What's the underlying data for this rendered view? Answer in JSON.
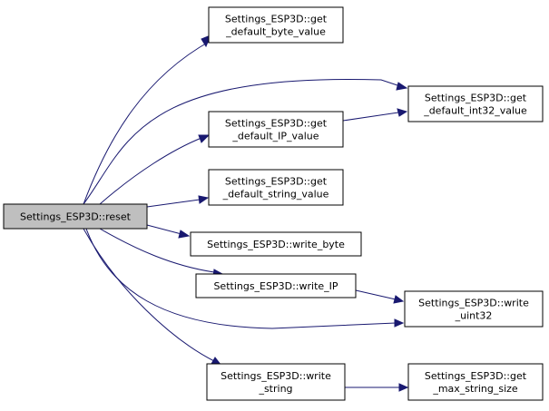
{
  "graph": {
    "colors": {
      "root_fill": "#bfbfbf",
      "node_fill": "#ffffff",
      "node_border": "#000000",
      "edge": "#191970"
    },
    "nodes": [
      {
        "id": "reset",
        "lines": [
          "Settings_ESP3D::reset"
        ],
        "highlight": true
      },
      {
        "id": "get_default_byte_value",
        "lines": [
          "Settings_ESP3D::get",
          "_default_byte_value"
        ]
      },
      {
        "id": "get_default_int32_value",
        "lines": [
          "Settings_ESP3D::get",
          "_default_int32_value"
        ]
      },
      {
        "id": "get_default_IP_value",
        "lines": [
          "Settings_ESP3D::get",
          "_default_IP_value"
        ]
      },
      {
        "id": "get_default_string_value",
        "lines": [
          "Settings_ESP3D::get",
          "_default_string_value"
        ]
      },
      {
        "id": "write_byte",
        "lines": [
          "Settings_ESP3D::write_byte"
        ]
      },
      {
        "id": "write_IP",
        "lines": [
          "Settings_ESP3D::write_IP"
        ]
      },
      {
        "id": "write_uint32",
        "lines": [
          "Settings_ESP3D::write",
          "_uint32"
        ]
      },
      {
        "id": "write_string",
        "lines": [
          "Settings_ESP3D::write",
          "_string"
        ]
      },
      {
        "id": "get_max_string_size",
        "lines": [
          "Settings_ESP3D::get",
          "_max_string_size"
        ]
      }
    ],
    "edges": [
      {
        "from": "reset",
        "to": "get_default_byte_value"
      },
      {
        "from": "reset",
        "to": "get_default_int32_value"
      },
      {
        "from": "reset",
        "to": "get_default_IP_value"
      },
      {
        "from": "reset",
        "to": "get_default_string_value"
      },
      {
        "from": "reset",
        "to": "write_byte"
      },
      {
        "from": "reset",
        "to": "write_IP"
      },
      {
        "from": "reset",
        "to": "write_uint32"
      },
      {
        "from": "reset",
        "to": "write_string"
      },
      {
        "from": "get_default_IP_value",
        "to": "get_default_int32_value"
      },
      {
        "from": "write_IP",
        "to": "write_uint32"
      },
      {
        "from": "write_string",
        "to": "get_max_string_size"
      }
    ]
  }
}
